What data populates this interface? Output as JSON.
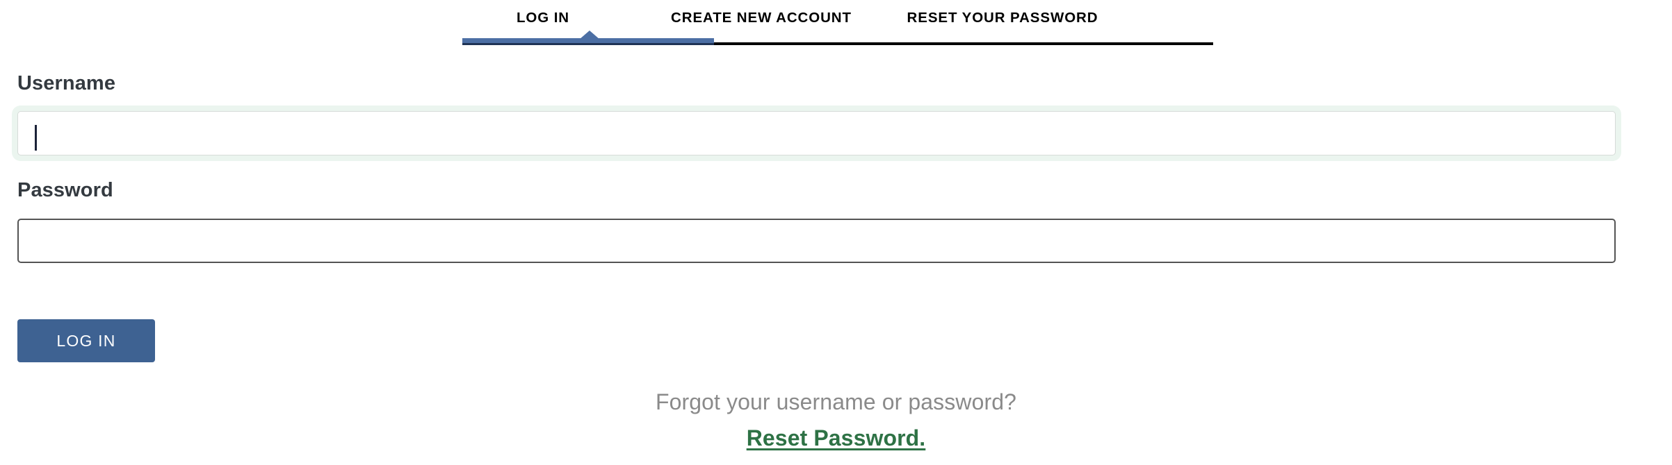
{
  "tabs": {
    "items": [
      {
        "label": "LOG IN",
        "active": true
      },
      {
        "label": "CREATE NEW ACCOUNT",
        "active": false
      },
      {
        "label": "RESET YOUR PASSWORD",
        "active": false
      }
    ]
  },
  "form": {
    "username": {
      "label": "Username",
      "value": "",
      "placeholder": "",
      "focused": true
    },
    "password": {
      "label": "Password",
      "value": "",
      "placeholder": "",
      "focused": false
    },
    "submit_label": "LOG IN"
  },
  "footer": {
    "prompt": "Forgot your username or password?",
    "link_label": "Reset Password."
  },
  "colors": {
    "accent_blue": "#3E6292",
    "tab_underline": "#4C6FA4",
    "tab_underline_edge": "#1F3355",
    "link_green": "#2E7245",
    "label_text": "#343A40",
    "muted_text": "#8a8a8a",
    "password_border": "#545454",
    "focus_halo": "#E7F3EC",
    "page_background": "#ffffff"
  }
}
